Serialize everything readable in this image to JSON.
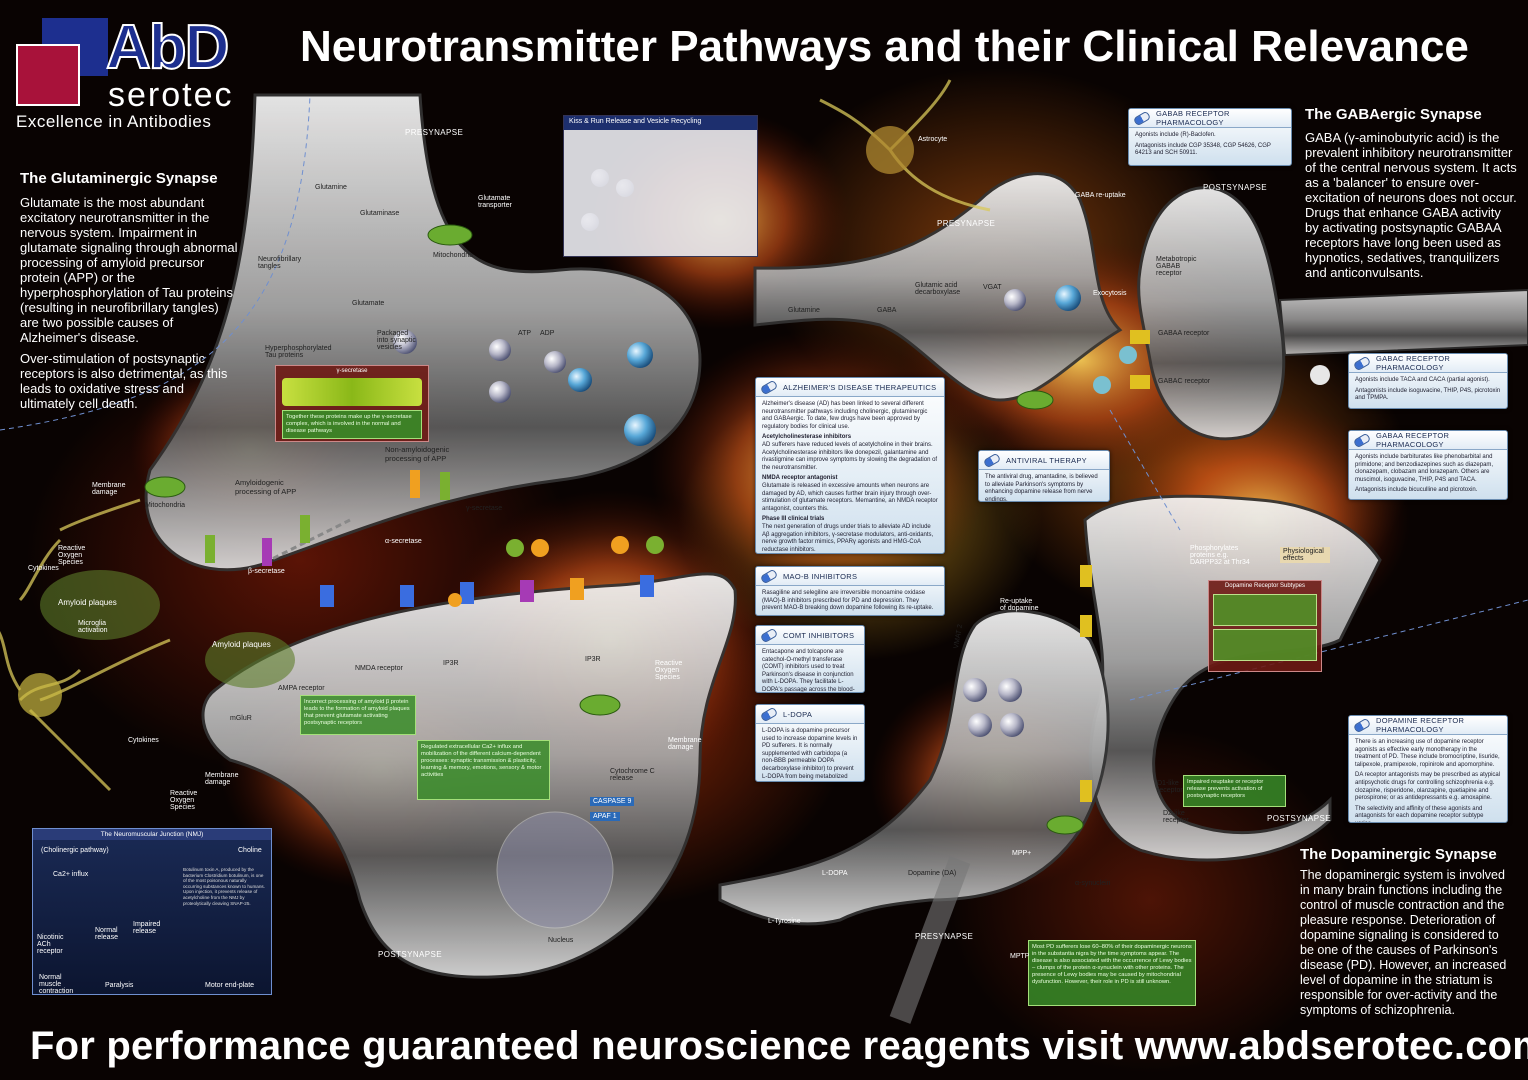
{
  "brand": {
    "name_part1": "AbD",
    "name_part2": "serotec",
    "tagline": "Excellence in Antibodies"
  },
  "title": "Neurotransmitter Pathways and their Clinical Relevance",
  "footer": "For performance guaranteed neuroscience reagents visit www.abdserotec.com!",
  "glutamatergic": {
    "heading": "The Glutaminergic Synapse",
    "para1": "Glutamate is the most abundant excitatory neurotransmitter in the nervous system. Impairment in glutamate signaling through abnormal processing of amyloid precursor protein (APP) or the hyperphosphorylation of Tau proteins (resulting in neurofibrillary tangles) are two possible causes of Alzheimer's disease.",
    "para2": "Over-stimulation of postsynaptic receptors is also detrimental, as this leads to oxidative stress and ultimately cell death."
  },
  "gabaergic": {
    "heading": "The GABAergic Synapse",
    "body": "GABA (γ-aminobutyric acid) is the prevalent inhibitory neurotransmitter of the central nervous system. It acts as a 'balancer' to ensure over-excitation of neurons does not occur. Drugs that enhance GABA activity by activating postsynaptic GABAA receptors have long been used as hypnotics, sedatives, tranquilizers and anticonvulsants."
  },
  "dopaminergic": {
    "heading": "The Dopaminergic Synapse",
    "body": "The dopaminergic system is involved in many brain functions including the control of muscle contraction and the pleasure response. Deterioration of dopamine signaling is considered to be one of the causes of Parkinson's disease (PD). However, an increased level of dopamine in the striatum is responsible for over-activity and the symptoms of schizophrenia."
  },
  "cards": {
    "gaba_b": {
      "title": "GABAB RECEPTOR PHARMACOLOGY",
      "p1": "Agonists include (R)-Baclofen.",
      "p2": "Antagonists include CGP 35348, CGP 54626, CGP 64213 and SCH 50911."
    },
    "gaba_c": {
      "title": "GABAC RECEPTOR PHARMACOLOGY",
      "p1": "Agonists include TACA and CACA (partial agonist).",
      "p2": "Antagonists include isoguvacine, THIP, P4S, picrotoxin and TPMPA."
    },
    "gaba_a": {
      "title": "GABAA RECEPTOR PHARMACOLOGY",
      "p1": "Agonists include barbiturates like phenobarbital and primidone; and benzodiazepines such as diazepam, clonazepam, clobazam and lorazepam. Others are muscimol, isoguvacine, THIP, P4S and TACA.",
      "p2": "Antagonists include bicuculline and picrotoxin."
    },
    "alzheimer": {
      "title": "ALZHEIMER'S DISEASE THERAPEUTICS",
      "p1": "Alzheimer's disease (AD) has been linked to several different neurotransmitter pathways including cholinergic, glutaminergic and GABAergic. To date, few drugs have been approved by regulatory bodies for clinical use.",
      "h2": "Acetylcholinesterase inhibitors",
      "p2": "AD sufferers have reduced levels of acetylcholine in their brains. Acetylcholinesterase inhibitors like donepezil, galantamine and rivastigmine can improve symptoms by slowing the degradation of the neurotransmitter.",
      "h3": "NMDA receptor antagonist",
      "p3": "Glutamate is released in excessive amounts when neurons are damaged by AD, which causes further brain injury through over-stimulation of glutamate receptors. Memantine, an NMDA receptor antagonist, counters this.",
      "h4": "Phase III clinical trials",
      "p4": "The next generation of drugs under trials to alleviate AD include Aβ aggregation inhibitors, γ-secretase modulators, anti-oxidants, nerve growth factor mimics, PPARγ agonists and HMG-CoA reductase inhibitors."
    },
    "maob": {
      "title": "MAO-B INHIBITORS",
      "p1": "Rasagiline and selegiline are irreversible monoamine oxidase (MAO)-B inhibitors prescribed for PD and depression. They prevent MAO-B breaking down dopamine following its re-uptake."
    },
    "comt": {
      "title": "COMT INHIBITORS",
      "p1": "Entacapone and tolcapone are catechol-O-methyl transferase (COMT) inhibitors used to treat Parkinson's disease in conjunction with L-DOPA. They facilitate L-DOPA's passage across the blood-brain barrier (BBB)."
    },
    "ldopa": {
      "title": "L-DOPA",
      "p1": "L-DOPA is a dopamine precursor used to increase dopamine levels in PD sufferers. It is normally supplemented with carbidopa (a non-BBB permeable DOPA decarboxylase inhibitor) to prevent L-DOPA from being metabolized before it reaches the brain."
    },
    "antiviral": {
      "title": "ANTIVIRAL THERAPY",
      "p1": "The antiviral drug, amantadine, is believed to alleviate Parkinson's symptoms by enhancing dopamine release from nerve endings."
    },
    "dopamine": {
      "title": "DOPAMINE RECEPTOR PHARMACOLOGY",
      "p1": "There is an increasing use of dopamine receptor agonists as effective early monotherapy in the treatment of PD. These include bromocriptine, lisuride, talipexole, pramipexole, ropinirole and apomorphine.",
      "p2": "DA receptor antagonists may be prescribed as atypical antipsychotic drugs for controlling schizophrenia e.g. clozapine, risperidone, olanzapine, quetiapine and perospirone; or as antidepressants e.g. amoxapine.",
      "p3": "The selectivity and affinity of these agonists and antagonists for each dopamine receptor subtype varies."
    }
  },
  "nmj": {
    "title": "The Neuromuscular Junction (NMJ)",
    "labels": {
      "cholinergic": "(Cholinergic pathway)",
      "ca_influx": "Ca2+ influx",
      "nicotinic": "Nicotinic ACh receptor",
      "normal_release": "Normal release",
      "impaired_release": "Impaired release",
      "normal_contraction": "Normal muscle contraction",
      "paralysis": "Paralysis",
      "motor_end_plate": "Motor end-plate",
      "choline": "Choline"
    },
    "note": "Botulinum toxin A, produced by the bacterium Clostridium botulinum, is one of the most poisonous naturally occurring substances known to humans. Upon injection, it prevents release of acetylcholine from the NMJ by proteolytically cleaving SNAP-25."
  },
  "panels": {
    "kiss_run": "Kiss & Run Release and Vesicle Recycling",
    "gamma_secretase": "γ-secretase",
    "dopamine_subtypes": "Dopamine Receptor Subtypes"
  },
  "labels": {
    "presynapse": "PRESYNAPSE",
    "postsynapse": "POSTSYNAPSE",
    "glutamate": "Glutamate",
    "glutaminase": "Glutaminase",
    "glutamine": "Glutamine",
    "mitochondria": "Mitochondria",
    "neurofibrillary_tangles": "Neurofibrillary tangles",
    "tau": "Hyperphosphorylated Tau proteins",
    "amyloid_plaques": "Amyloid plaques",
    "microglia": "Microglia activation",
    "amyloidogenic": "Amyloidogenic processing of APP",
    "non_amyloidogenic": "Non-amyloidogenic processing of APP",
    "ampa": "AMPA receptor",
    "nmda": "NMDA receptor",
    "mglur": "mGluR",
    "ip3r": "IP3R",
    "gaba": "GABA",
    "gad": "Glutamic acid decarboxylase",
    "vgat": "VGAT",
    "exocytosis": "Exocytosis",
    "astrocyte": "Astrocyte",
    "gaba_uptake": "GABA re-uptake",
    "metabotropic": "Metabotropic GABAB receptor",
    "gabaa": "GABAA receptor",
    "gabac": "GABAC receptor",
    "vmat2": "VMAT 2",
    "l_dopa": "L-DOPA",
    "l_tyrosine": "L-Tyrosine",
    "dopamine_da": "Dopamine (DA)",
    "d1": "D1-like receptor",
    "d2": "D2-like receptor",
    "mpp": "MPP+",
    "mptp": "MPTP",
    "alpha_synuclein": "α-synuclein",
    "atp": "ATP",
    "adp": "ADP",
    "glutamate_transporter": "Glutamate transporter",
    "caspase": "CASPASE 9",
    "apaf": "APAF 1",
    "nucleus": "Nucleus",
    "cytochrome": "Cytochrome C release",
    "reactive_oxygen": "Reactive Oxygen Species",
    "membrane_damage": "Membrane damage",
    "cytokines": "Cytokines",
    "phosphorylates": "Phosphorylates proteins e.g. DARPP32 at Thr34",
    "physiological": "Physiological effects",
    "packaged": "Packaged into synaptic vesicles",
    "secretase_alpha": "α-secretase",
    "secretase_beta": "β-secretase",
    "secretase_gamma": "γ-secretase",
    "reuptake_dopamine": "Re-uptake of dopamine"
  },
  "green_boxes": {
    "g1": "Incorrect processing of amyloid β protein leads to the formation of amyloid plaques that prevent glutamate activating postsynaptic receptors",
    "g2": "Regulated extracellular Ca2+ influx and mobilization of the different calcium-dependent processes: synaptic transmission & plasticity, learning & memory, emotions, sensory & motor activities",
    "g3": "Most PD sufferers lose 60–80% of their dopaminergic neurons in the substantia nigra by the time symptoms appear. The disease is also associated with the occurrence of Lewy bodies – clumps of the protein α-synuclein with other proteins. The presence of Lewy bodies may be caused by mitochondrial dysfunction. However, their role in PD is still unknown.",
    "g4": "Impaired reuptake or receptor release prevents activation of postsynaptic receptors",
    "gamma": "Together these proteins make up the γ-secretase complex, which is involved in the normal and disease pathways"
  },
  "colors": {
    "brand_blue": "#1d2f8f",
    "brand_red": "#a8123a",
    "card_blue": "#cfe0ee",
    "highlight_green": "#388c28"
  }
}
